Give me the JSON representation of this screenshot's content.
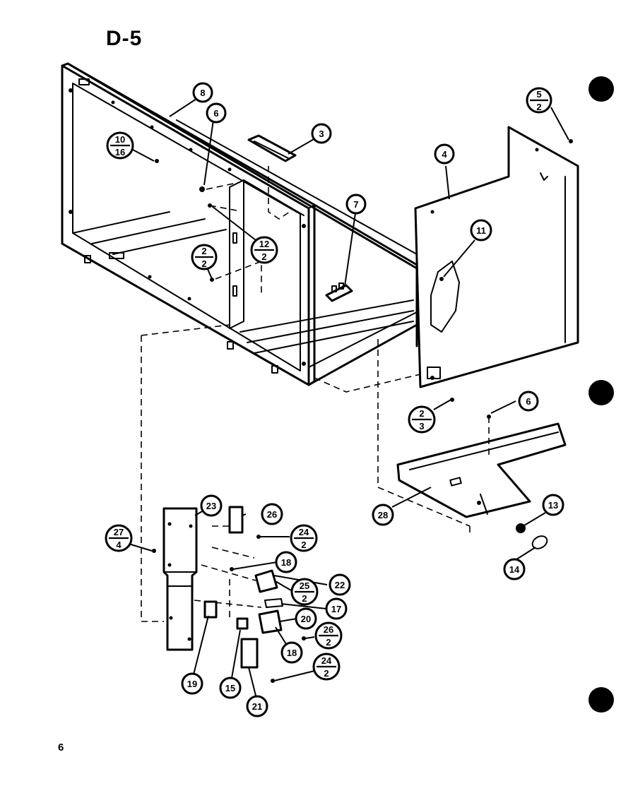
{
  "page": {
    "title": "D-5",
    "page_number": "6"
  },
  "callouts": {
    "c8_frame": "8",
    "c6_top": "6",
    "c3": "3",
    "c10_16_num": "10",
    "c10_16_den": "16",
    "c12_2_num": "12",
    "c12_2_den": "2",
    "c2_2_num": "2",
    "c2_2_den": "2",
    "c7": "7",
    "c5_2_num": "5",
    "c5_2_den": "2",
    "c4": "4",
    "c11": "11",
    "c2_3_num": "2",
    "c3_den": "3",
    "c6_right": "6",
    "c28": "28",
    "c13": "13",
    "c14": "14",
    "c23": "23",
    "c26": "26",
    "c27_4_num": "27",
    "c27_4_den": "4",
    "c24_2a_num": "24",
    "c24_2a_den": "2",
    "c18_a": "18",
    "c22": "22",
    "c25_2_num": "25",
    "c25_2_den": "2",
    "c17": "17",
    "c20": "20",
    "c26_2_num": "26",
    "c26_2_den": "2",
    "c18_b": "18",
    "c24_2b_num": "24",
    "c24_2b_den": "2",
    "c19": "19",
    "c15": "15",
    "c21": "21"
  },
  "colors": {
    "ink": "#000000",
    "paper": "#ffffff"
  }
}
